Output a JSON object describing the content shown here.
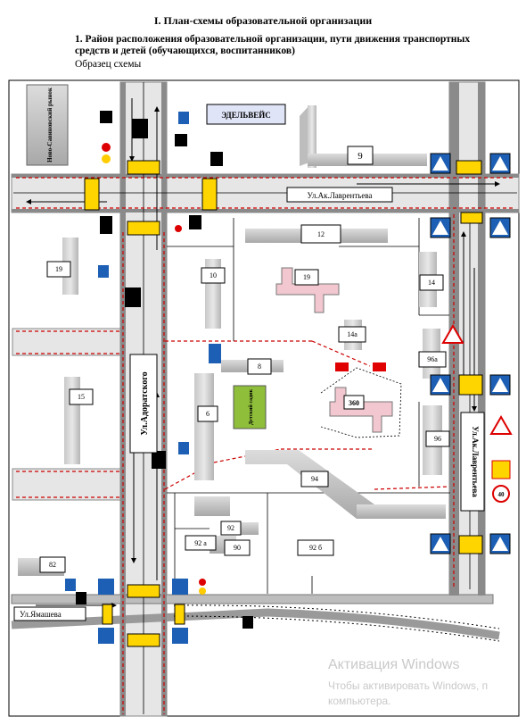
{
  "header": {
    "title": "I. План-схемы образовательной организации",
    "subtitle": "1. Район расположения образовательной организации, пути движения транспортных средств и детей (обучающихся, воспитанников)",
    "sample": "Образец схемы"
  },
  "map": {
    "market": "Ново-Савиновский рынок",
    "edelweiss": "ЭДЕЛЬВЕЙС",
    "street_lavrentyeva_h": "Ул.Ак.Лаврентьева",
    "street_adoratskogo": "Ул.Адоратского",
    "street_lavrentyeva_v": "Ул.Ак.Лаврентьева",
    "street_yamasheva": "Ул.Ямашева",
    "kindergarten": "Детский садик",
    "speed_limit": "40",
    "buildings": [
      "9",
      "12",
      "19",
      "19",
      "10",
      "14",
      "14а",
      "96а",
      "8",
      "360",
      "6",
      "15",
      "96",
      "94",
      "92",
      "92 а",
      "90",
      "92 б",
      "82"
    ]
  },
  "watermark": {
    "line1": "Активация Windows",
    "line2": "Чтобы активировать Windows, п",
    "line3": "компьютера."
  }
}
